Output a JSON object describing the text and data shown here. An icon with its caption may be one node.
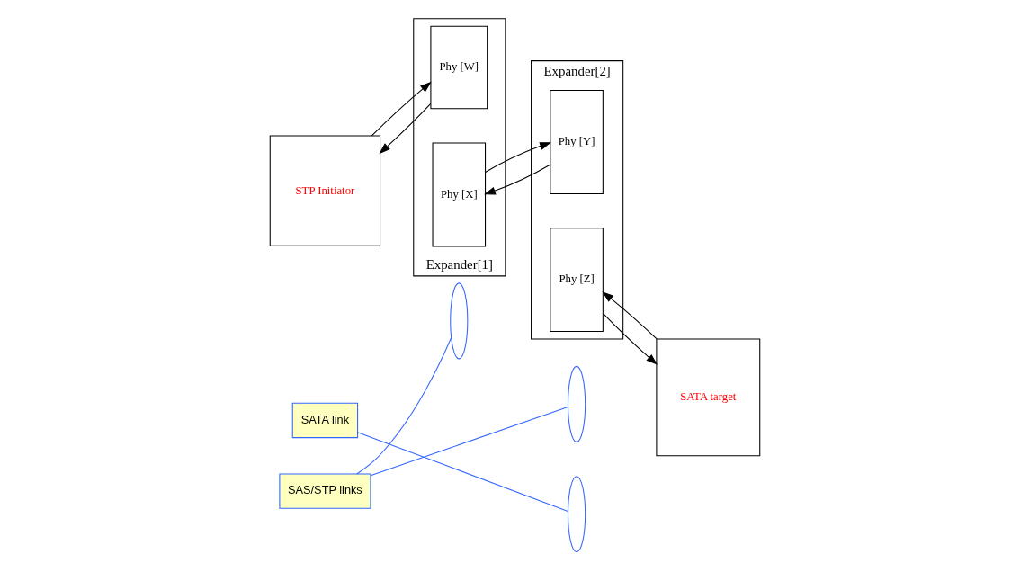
{
  "diagram": {
    "nodes": [
      {
        "text": [
          "STP Initiator"
        ]
      },
      {
        "text": [
          "Expander[1]"
        ]
      },
      {
        "text": [
          "Phy [W]"
        ],
        "in": 1
      },
      {
        "text": [
          "Phy [X]"
        ],
        "in": 1
      },
      {
        "text": [
          "Expander[2]"
        ]
      },
      {
        "text": [
          "Phy [Y]"
        ],
        "in": 4
      },
      {
        "text": [
          "Phy [Z]"
        ],
        "in": 4
      },
      {
        "text": [
          "SATA target"
        ]
      },
      {
        "text": [],
        "shape": "ellipse"
      },
      {
        "text": [],
        "shape": "ellipse"
      },
      {
        "text": [],
        "shape": "ellipse"
      },
      {
        "text": [
          "SAS/STP links"
        ]
      },
      {
        "text": [
          "SATA link"
        ]
      }
    ],
    "edges": [
      {
        "from": 0,
        "to": 2,
        "arrow": "to"
      },
      {
        "from": 2,
        "to": 0,
        "arrow": "to"
      },
      {
        "from": 3,
        "to": 5,
        "arrow": "to"
      },
      {
        "from": 5,
        "to": 3,
        "arrow": "to"
      },
      {
        "from": 6,
        "to": 7,
        "arrow": "to"
      },
      {
        "from": 7,
        "to": 6,
        "arrow": "to"
      },
      {
        "from": 11,
        "to": 8,
        "arrow": "none",
        "color": "#3366ff"
      },
      {
        "from": 11,
        "to": 9,
        "arrow": "none",
        "color": "#3366ff"
      },
      {
        "from": 12,
        "to": 10,
        "arrow": "none",
        "color": "#3366ff"
      }
    ]
  }
}
